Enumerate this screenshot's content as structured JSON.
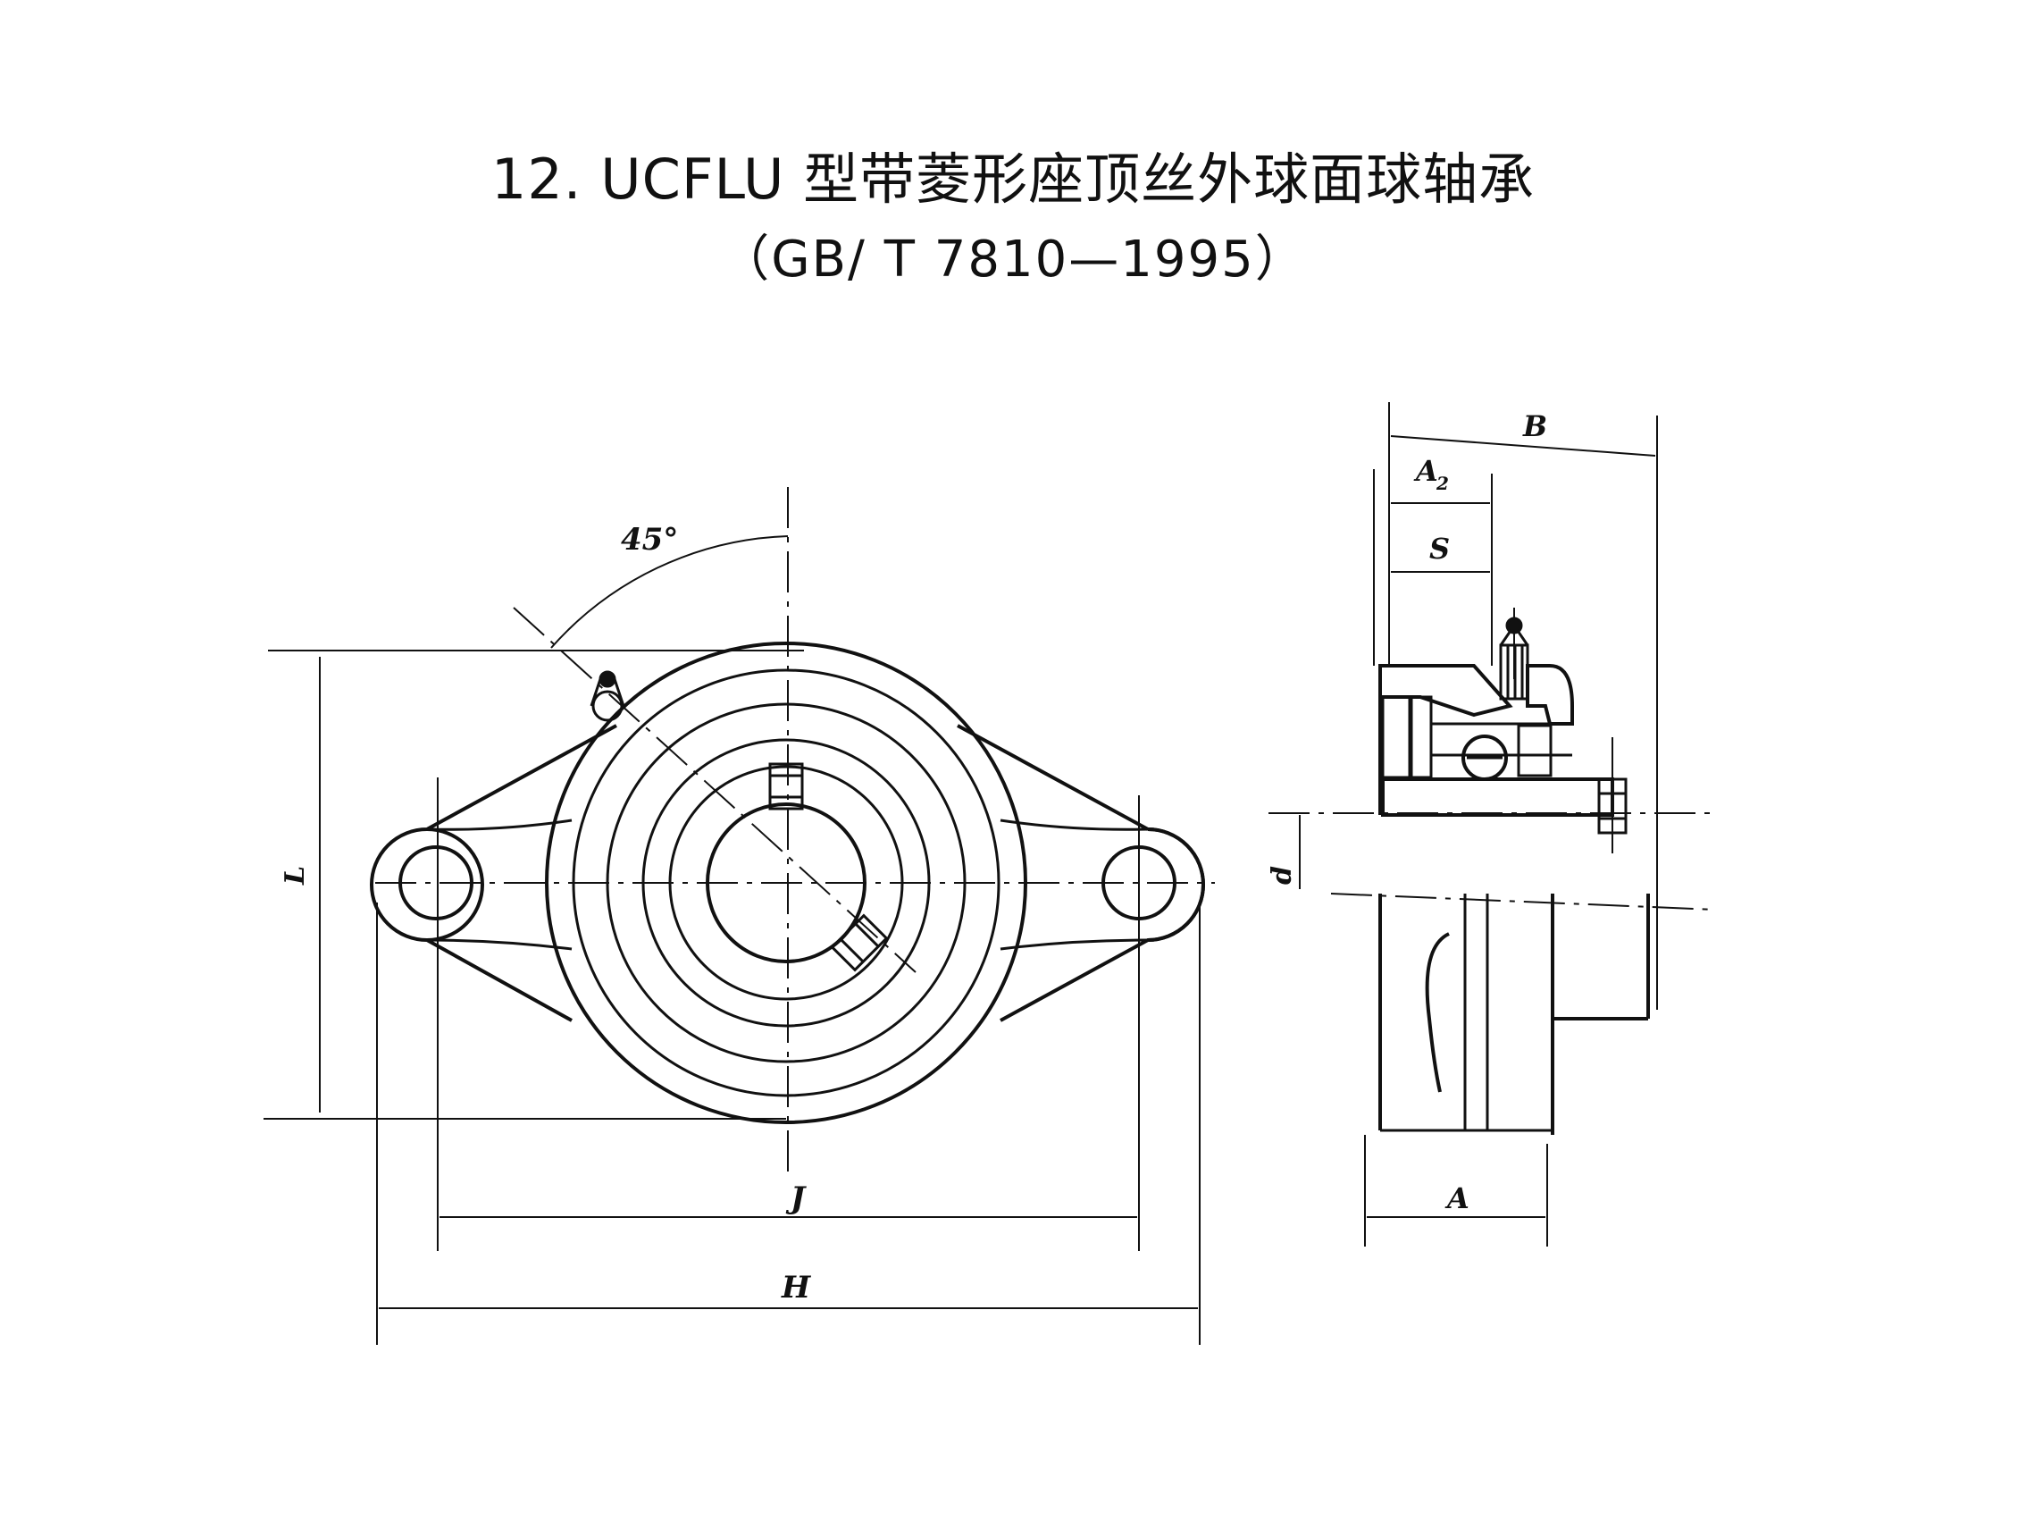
{
  "title": {
    "line1": "12. UCFLU 型带菱形座顶丝外球面球轴承",
    "line2": "（GB/ T 7810—1995）"
  },
  "labels": {
    "angle": "45°",
    "L": "L",
    "J": "J",
    "H": "H",
    "B": "B",
    "A2": "A",
    "A2_sub": "2",
    "S": "S",
    "d": "d",
    "A": "A"
  }
}
